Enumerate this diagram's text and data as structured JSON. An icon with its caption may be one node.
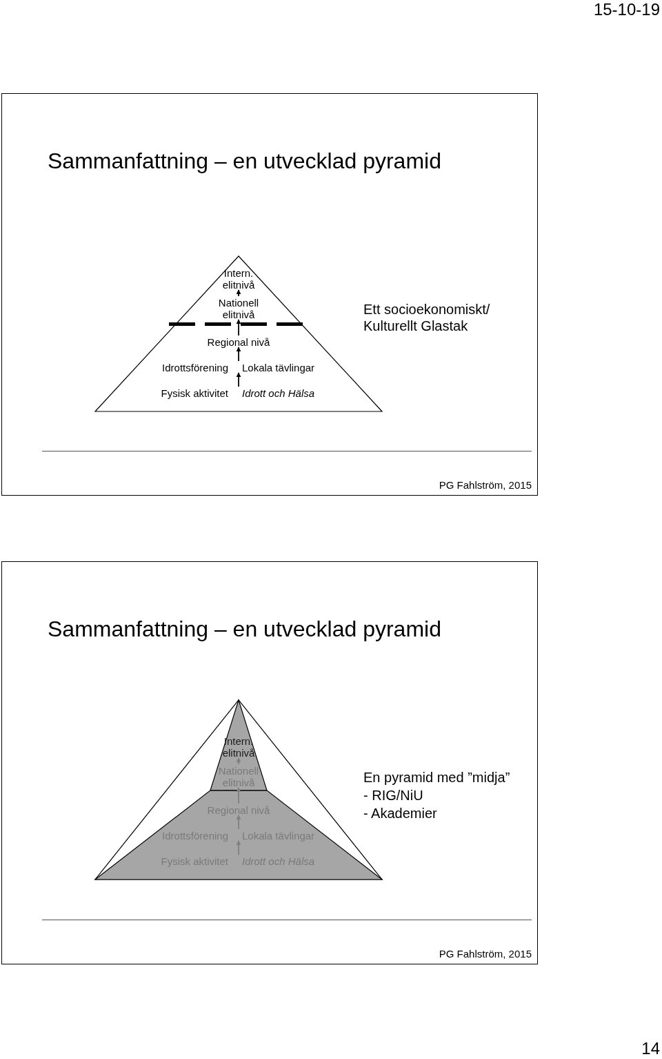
{
  "diagram": {
    "nodes": [
      {
        "text": [
          "Sammanfattning – en utvecklad pyramid",
          "Ett socioekonomiskt/ Kulturellt Glastak",
          "PG Fahlström, 2015"
        ]
      },
      {
        "text": [],
        "shape": "triangle",
        "in": 0
      },
      {
        "text": [
          "Intern. elitnivå"
        ],
        "in": 1
      },
      {
        "text": [
          "Nationell elitnivå"
        ],
        "in": 1
      },
      {
        "text": [
          "Regional nivå"
        ],
        "in": 1
      },
      {
        "text": [
          "Idrottsförening"
        ],
        "in": 1
      },
      {
        "text": [
          "Lokala tävlingar"
        ],
        "in": 1
      },
      {
        "text": [
          "Fysisk aktivitet"
        ],
        "in": 1
      },
      {
        "text": [
          "Idrott och Hälsa"
        ],
        "in": 1
      },
      {
        "text": [
          "Sammanfattning – en utvecklad pyramid",
          "En pyramid med ”midja”",
          "- RIG/NiU",
          "- Akademier",
          "PG Fahlström, 2015"
        ]
      },
      {
        "text": [],
        "shape": "triangle",
        "in": 9
      },
      {
        "text": [],
        "shape": "polygon",
        "in": 10
      },
      {
        "text": [
          "Intern. elitnivå"
        ],
        "in": 11
      },
      {
        "text": [
          "Nationell elitnivå"
        ],
        "in": 11
      },
      {
        "text": [
          "Regional nivå"
        ],
        "in": 11
      },
      {
        "text": [
          "Idrottsförening"
        ],
        "in": 11
      },
      {
        "text": [
          "Lokala tävlingar"
        ],
        "in": 11
      },
      {
        "text": [
          "Fysisk aktivitet"
        ],
        "in": 11
      },
      {
        "text": [
          "Idrott och Hälsa"
        ],
        "in": 11
      }
    ],
    "edges": [
      {
        "from": 8,
        "to": 6,
        "arrow": "to"
      },
      {
        "from": 6,
        "to": 4,
        "arrow": "to"
      },
      {
        "from": 4,
        "to": 3,
        "arrow": "to"
      },
      {
        "from": 3,
        "to": 2,
        "arrow": "to"
      },
      {
        "from": 18,
        "to": 16,
        "arrow": "to",
        "color": "#808080"
      },
      {
        "from": 16,
        "to": 14,
        "arrow": "to",
        "color": "#808080"
      },
      {
        "from": 14,
        "to": 13,
        "arrow": "to",
        "color": "#808080"
      },
      {
        "from": 13,
        "to": 12,
        "arrow": "to",
        "color": "#808080"
      }
    ],
    "labels": [
      "15-10-19",
      "14"
    ]
  }
}
